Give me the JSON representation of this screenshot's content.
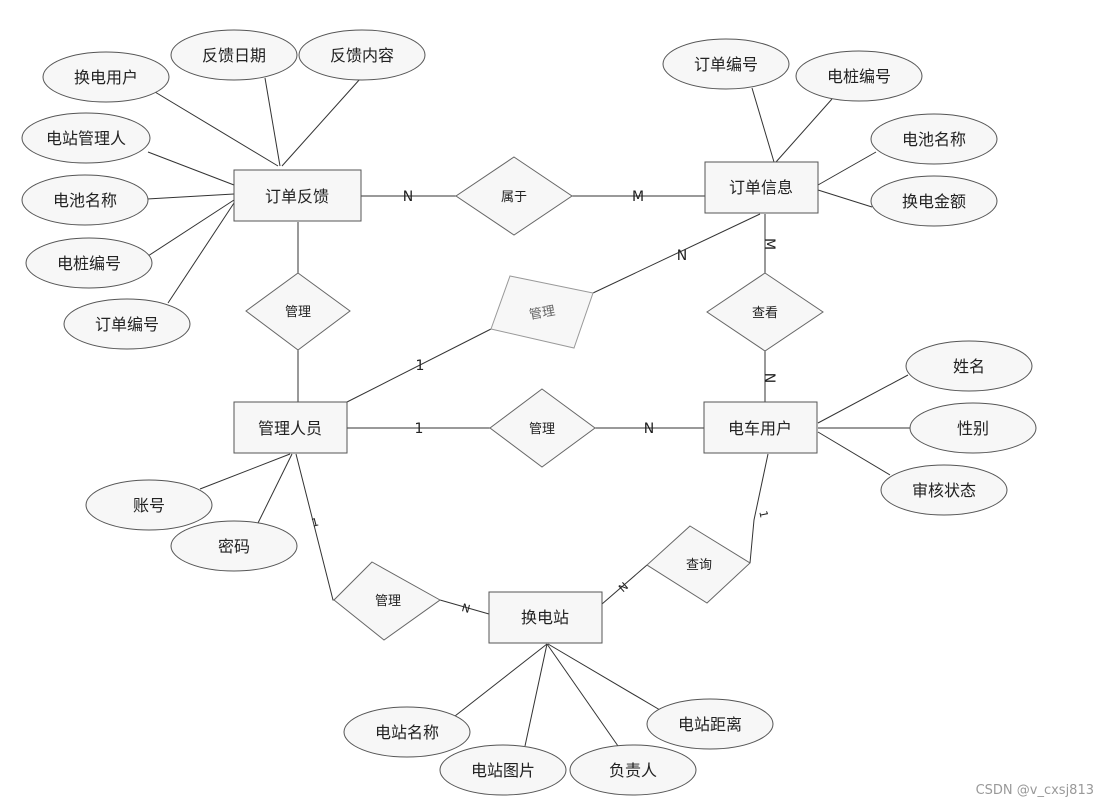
{
  "entities": {
    "order_feedback": "订单反馈",
    "order_info": "订单信息",
    "admin": "管理人员",
    "ev_user": "电车用户",
    "swap_station": "换电站"
  },
  "relationships": {
    "belongs": "属于",
    "manage_feedback": "管理",
    "manage_order": "管理",
    "view": "查看",
    "manage_user": "管理",
    "query": "查询",
    "manage_station": "管理"
  },
  "attributes": {
    "feedback": [
      "换电用户",
      "反馈日期",
      "反馈内容",
      "电站管理人",
      "电池名称",
      "电桩编号",
      "订单编号"
    ],
    "order": [
      "订单编号",
      "电桩编号",
      "电池名称",
      "换电金额"
    ],
    "user": [
      "姓名",
      "性别",
      "审核状态"
    ],
    "admin": [
      "账号",
      "密码"
    ],
    "station": [
      "电站名称",
      "电站图片",
      "负责人",
      "电站距离"
    ]
  },
  "cardinalities": {
    "feedback_belongs": "N",
    "belongs_order": "M",
    "order_manage": "N",
    "admin_manage_order": "1",
    "order_view": "M",
    "view_user": "N",
    "admin_manage_user": "1",
    "manage_user_user": "N",
    "user_query": "1",
    "query_station": "N",
    "admin_manage_station": "1",
    "manage_station_station": "N"
  },
  "watermark": "CSDN @v_cxsj813"
}
